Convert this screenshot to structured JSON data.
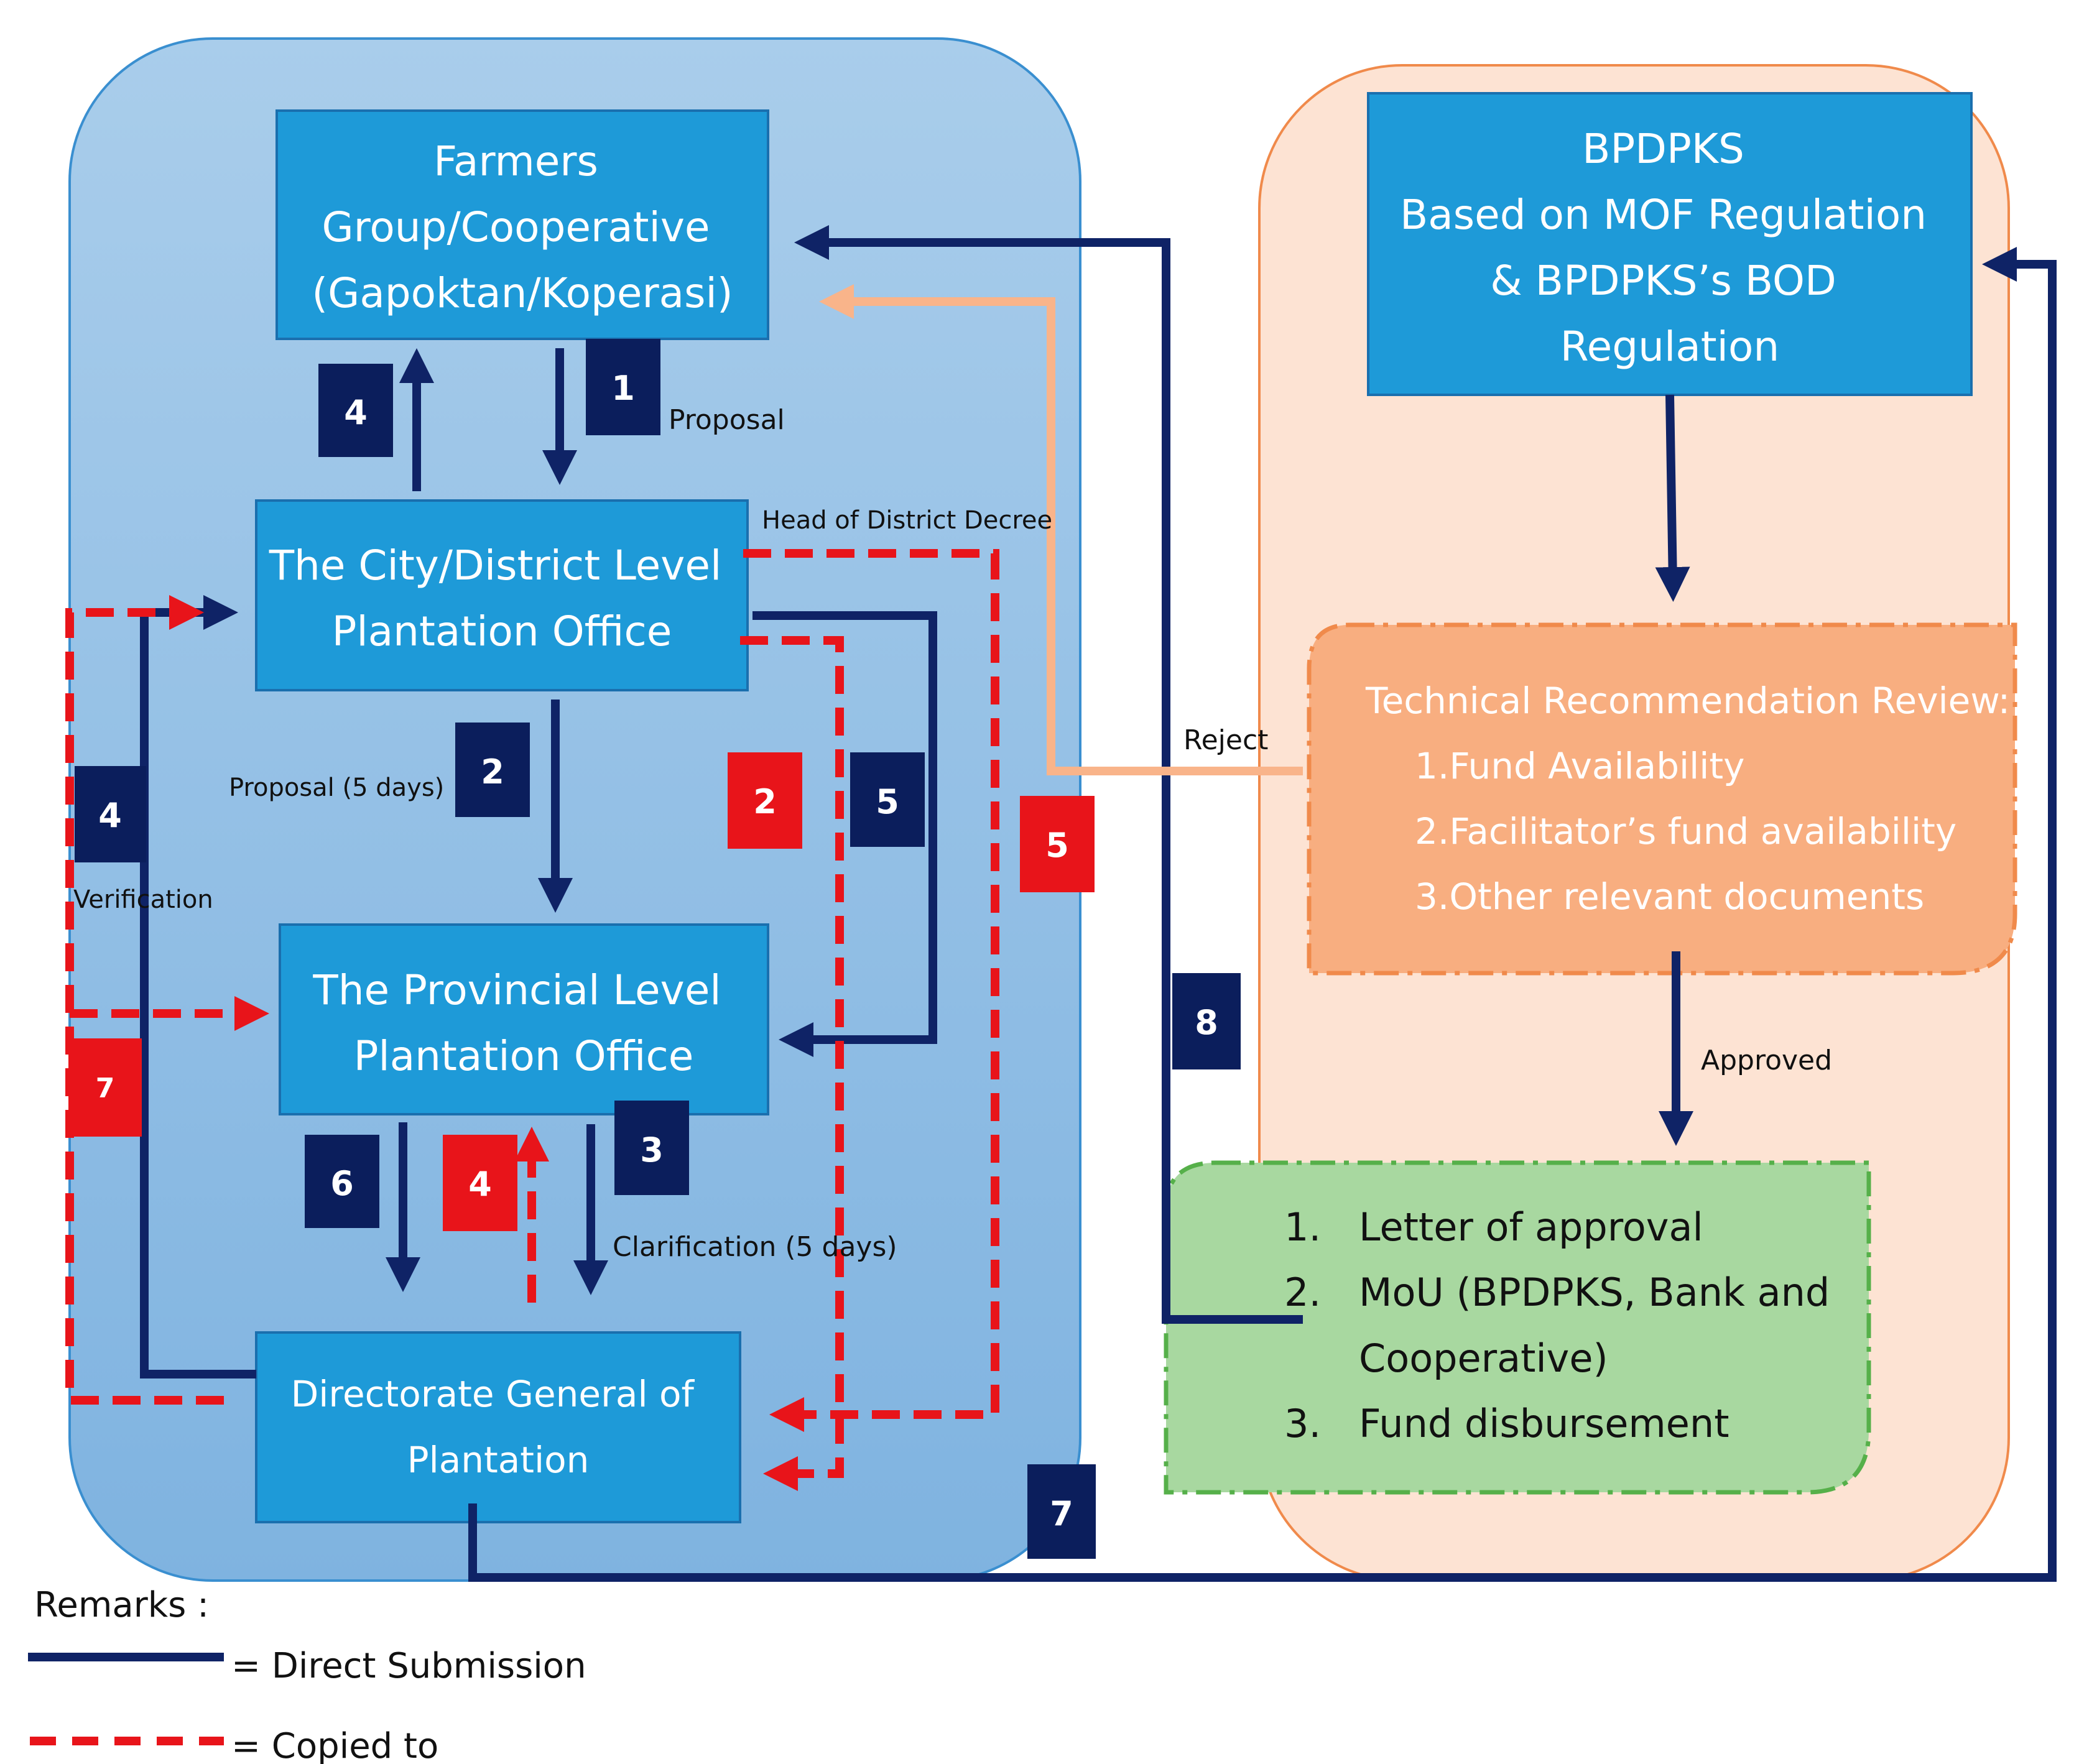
{
  "colors": {
    "panel_left": "#8ebde6",
    "panel_right": "#fde3d3",
    "box_blue": "#1e9ad8",
    "review_orange": "#f8ae80",
    "outcome_green": "#a8d8a0",
    "direct_line": "#0f2366",
    "copied_line": "#e8141a",
    "reject_line": "#f9b48a",
    "badge_navy": "#0b1e5c",
    "badge_red": "#e8141a"
  },
  "boxes": {
    "farmers": [
      "Farmers",
      "Group/Cooperative",
      "(Gapoktan/Koperasi)"
    ],
    "city": [
      "The City/District Level",
      "Plantation Office"
    ],
    "provincial": [
      "The Provincial Level",
      "Plantation Office"
    ],
    "directorate": [
      "Directorate General of",
      "Plantation"
    ],
    "bpdpks": [
      "BPDPKS",
      "Based on MOF Regulation",
      "& BPDPKS’s BOD",
      "Regulation"
    ],
    "review": {
      "title": "Technical Recommendation Review:",
      "items": [
        "1.Fund Availability",
        "2.Facilitator’s fund availability",
        "3.Other relevant documents"
      ]
    },
    "outcome": {
      "items": [
        {
          "num": "1.",
          "lines": [
            "Letter of approval"
          ]
        },
        {
          "num": "2.",
          "lines": [
            "MoU (BPDPKS, Bank and",
            "Cooperative)"
          ]
        },
        {
          "num": "3.",
          "lines": [
            "Fund disbursement"
          ]
        }
      ]
    }
  },
  "labels": {
    "proposal": "Proposal",
    "head_decree": "Head of District Decree",
    "proposal_5_days": "Proposal (5 days)",
    "verification": "Verification",
    "clarification": "Clarification (5 days)",
    "reject": "Reject",
    "approved": "Approved"
  },
  "badges": {
    "b1": "1",
    "b2": "2",
    "b3": "3",
    "b4a": "4",
    "b4b": "4",
    "b5": "5",
    "b6": "6",
    "b7": "7",
    "b8": "8",
    "r2": "2",
    "r4": "4",
    "r5": "5",
    "r7": "7"
  },
  "remarks": {
    "title": "Remarks :",
    "direct": "= Direct Submission",
    "copied": "= Copied to"
  }
}
